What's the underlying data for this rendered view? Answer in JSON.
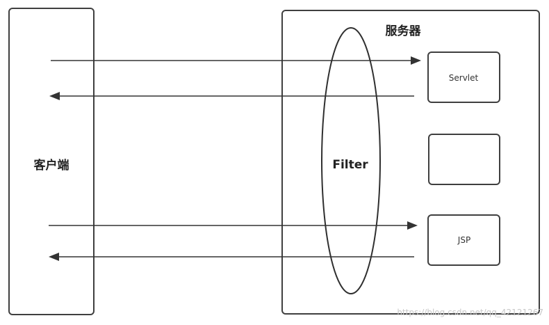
{
  "client": {
    "label": "客户端"
  },
  "server": {
    "label": "服务器"
  },
  "filter": {
    "label": "Filter"
  },
  "components": [
    {
      "label": "Servlet"
    },
    {
      "label": ""
    },
    {
      "label": "JSP"
    }
  ],
  "watermark": "https://blog.csdn.net/qq_42121267"
}
